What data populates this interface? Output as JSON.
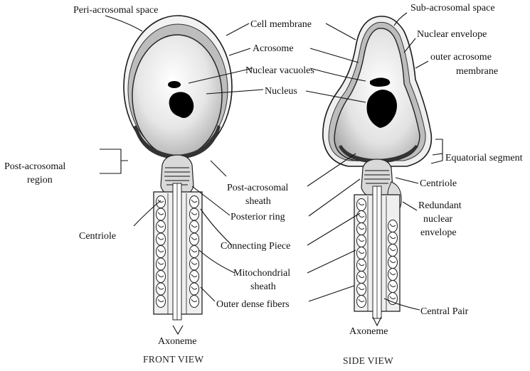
{
  "labels": {
    "peri_acrosomal_space": "Peri-acrosomal space",
    "cell_membrane": "Cell membrane",
    "acrosome": "Acrosome",
    "nuclear_vacuoles": "Nuclear vacuoles",
    "nucleus": "Nucleus",
    "post_acrosomal_region_1": "Post-acrosomal",
    "post_acrosomal_region_2": "region",
    "centriole_left": "Centriole",
    "post_acrosomal_sheath_1": "Post-acrosomal",
    "post_acrosomal_sheath_2": "sheath",
    "posterior_ring": "Posterior ring",
    "connecting_piece": "Connecting Piece",
    "mitochondrial_sheath_1": "Mitochondrial",
    "mitochondrial_sheath_2": "sheath",
    "outer_dense_fibers": "Outer dense fibers",
    "axoneme_left": "Axoneme",
    "sub_acrosomal_space": "Sub-acrosomal space",
    "nuclear_envelope": "Nuclear envelope",
    "outer_acrosome_membrane_1": "outer acrosome",
    "outer_acrosome_membrane_2": "membrane",
    "equatorial_segment": "Equatorial segment",
    "centriole_right": "Centriole",
    "redundant_nuclear_envelope_1": "Redundant",
    "redundant_nuclear_envelope_2": "nuclear",
    "redundant_nuclear_envelope_3": "envelope",
    "central_pair": "Central Pair",
    "axoneme_right": "Axoneme"
  },
  "views": {
    "front": "FRONT VIEW",
    "side": "SIDE VIEW"
  }
}
